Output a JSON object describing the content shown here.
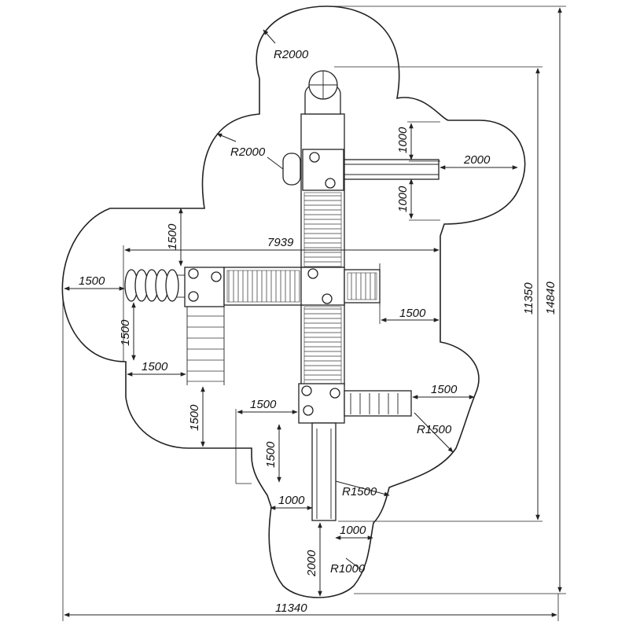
{
  "dimensions": {
    "overall_width": "11340",
    "overall_height": "14840",
    "inner_height": "11350",
    "span_7939": "7939",
    "r_top": "R2000",
    "r_upper_left": "R2000",
    "r_right_low": "R1500",
    "r_bottom_mid": "R1500",
    "r_bottom": "R1000",
    "right_upper_1000a": "1000",
    "right_upper_1000b": "1000",
    "right_slide_2000": "2000",
    "left_upper_1500": "1500",
    "left_tunnel_1500": "1500",
    "left_vert_1500": "1500",
    "left_mid_1500": "1500",
    "left_low_vert_1500": "1500",
    "center_1500_h": "1500",
    "center_1500_v": "1500",
    "right_mid_1500": "1500",
    "right_low_1500": "1500",
    "bottom_1000_left": "1000",
    "bottom_1000_right": "1000",
    "bottom_2000": "2000"
  },
  "colors": {
    "line": "#222222",
    "background": "#ffffff"
  }
}
